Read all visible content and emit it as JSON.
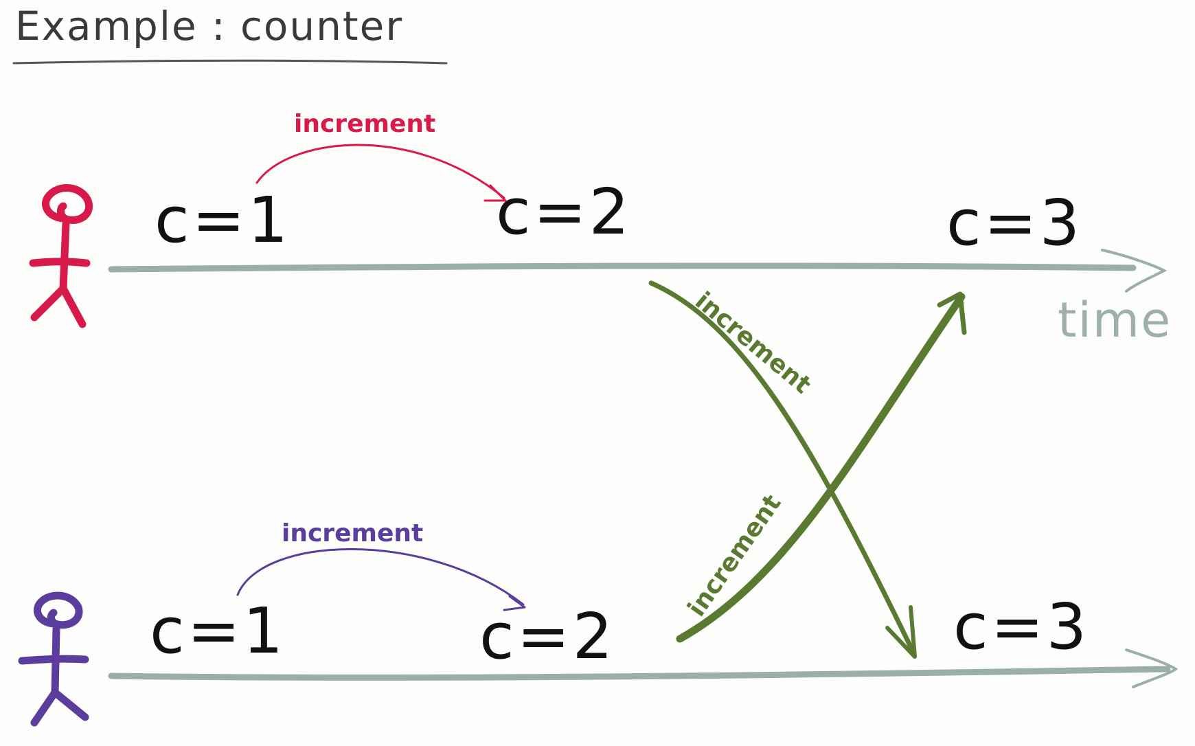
{
  "title": "Example : counter",
  "colors": {
    "user_a": "#d81a4b",
    "user_b": "#5a3d9c",
    "sync": "#5a7a32",
    "timeline": "#9aaeab",
    "ink": "#111111"
  },
  "user_a": {
    "states": [
      "c=1",
      "c=2",
      "c=3"
    ],
    "local_op": "increment"
  },
  "user_b": {
    "states": [
      "c=1",
      "c=2",
      "c=3"
    ],
    "local_op": "increment"
  },
  "sync_ops": {
    "a_to_b": "increment",
    "b_to_a": "increment"
  },
  "time_label": "time"
}
